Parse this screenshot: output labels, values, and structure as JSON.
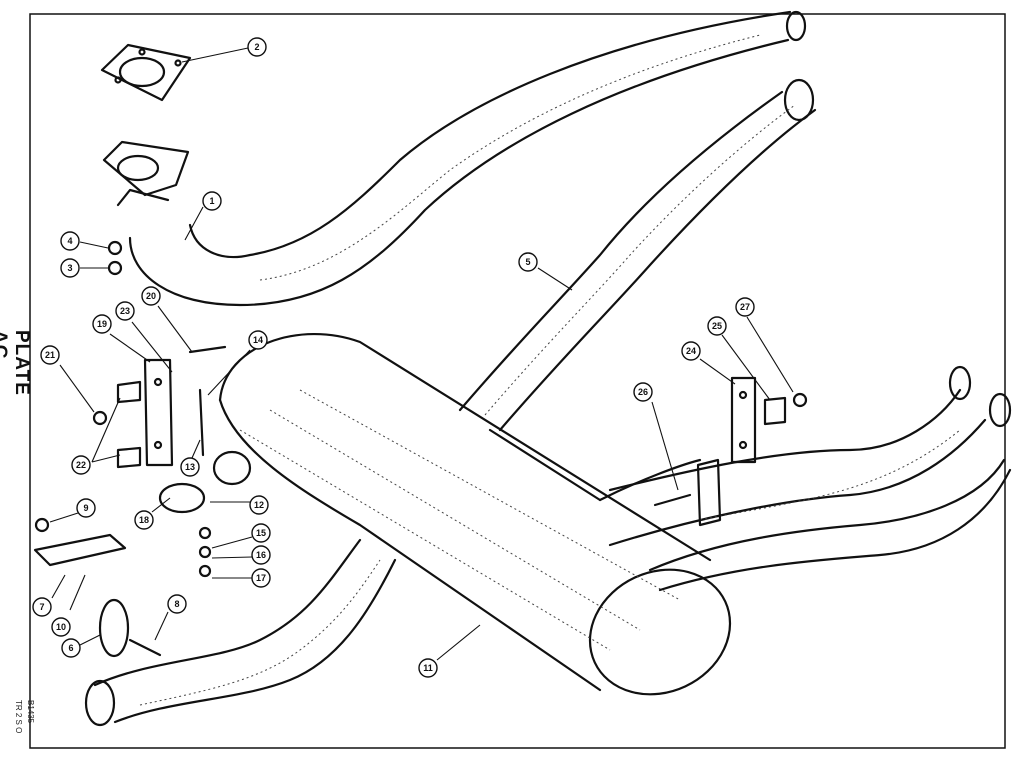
{
  "title": "PLATE AC",
  "codes": {
    "drawing": "B1435",
    "model": "TR 2 S O"
  },
  "callouts": [
    {
      "id": "1"
    },
    {
      "id": "2"
    },
    {
      "id": "3"
    },
    {
      "id": "4"
    },
    {
      "id": "5"
    },
    {
      "id": "6"
    },
    {
      "id": "7"
    },
    {
      "id": "8"
    },
    {
      "id": "9"
    },
    {
      "id": "10"
    },
    {
      "id": "11"
    },
    {
      "id": "12"
    },
    {
      "id": "13"
    },
    {
      "id": "14"
    },
    {
      "id": "15"
    },
    {
      "id": "16"
    },
    {
      "id": "17"
    },
    {
      "id": "18"
    },
    {
      "id": "19"
    },
    {
      "id": "20"
    },
    {
      "id": "21"
    },
    {
      "id": "22"
    },
    {
      "id": "23"
    },
    {
      "id": "24"
    },
    {
      "id": "25"
    },
    {
      "id": "26"
    },
    {
      "id": "27"
    }
  ]
}
